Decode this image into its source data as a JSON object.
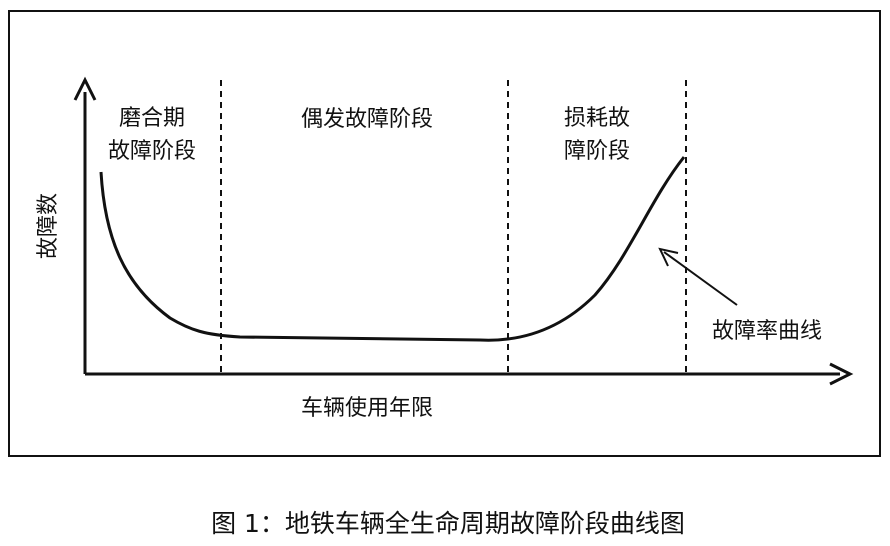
{
  "diagram": {
    "y_axis_label": "故障数",
    "x_axis_label": "车辆使用年限",
    "phases": [
      {
        "line1": "磨合期",
        "line2": "故障阶段"
      },
      {
        "line1": "偶发故障阶段",
        "line2": ""
      },
      {
        "line1": "损耗故",
        "line2": "障阶段"
      }
    ],
    "curve_label": "故障率曲线"
  },
  "caption": "图 1：地铁车辆全生命周期故障阶段曲线图"
}
